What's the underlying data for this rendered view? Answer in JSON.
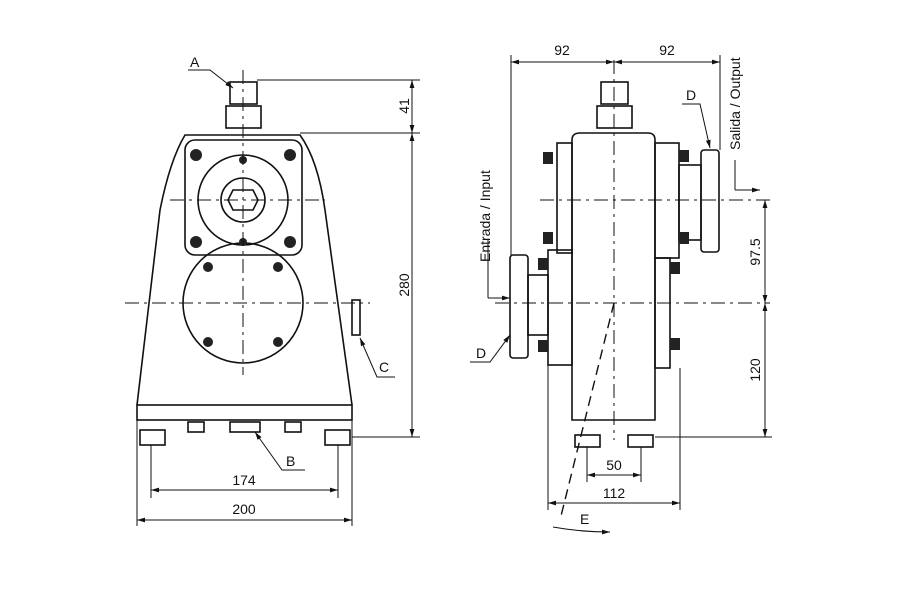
{
  "labels": {
    "a": "A",
    "b": "B",
    "c": "C",
    "d_left": "D",
    "d_right": "D",
    "e": "E"
  },
  "dimensions": {
    "front_41": "41",
    "front_280": "280",
    "front_174": "174",
    "front_200": "200",
    "side_92_left": "92",
    "side_92_right": "92",
    "side_97_5": "97.5",
    "side_120": "120",
    "side_50": "50",
    "side_112": "112"
  },
  "annotations": {
    "input": "Entrada / Input",
    "output": "Salida / Output"
  }
}
